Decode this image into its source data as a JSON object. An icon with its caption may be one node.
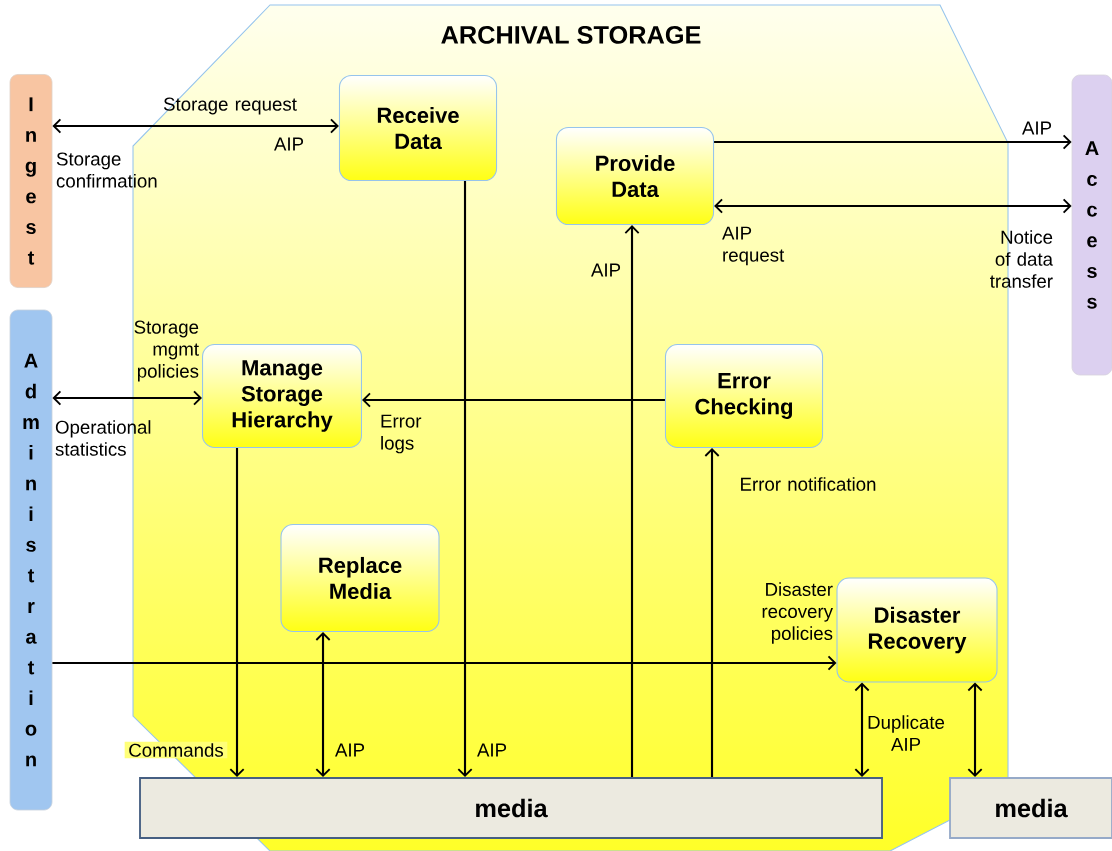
{
  "diagram": {
    "nodes": [
      {
        "text": [
          "ARCHIVAL STORAGE"
        ]
      },
      {
        "text": [
          "Ingest"
        ]
      },
      {
        "text": [
          "Administration"
        ]
      },
      {
        "text": [
          "Access"
        ]
      },
      {
        "text": [
          "Receive Data"
        ],
        "in": 0
      },
      {
        "text": [
          "Provide Data"
        ],
        "in": 0
      },
      {
        "text": [
          "Manage Storage Hierarchy"
        ],
        "in": 0
      },
      {
        "text": [
          "Error Checking"
        ],
        "in": 0
      },
      {
        "text": [
          "Replace Media"
        ],
        "in": 0
      },
      {
        "text": [
          "Disaster Recovery"
        ],
        "in": 0
      },
      {
        "text": [
          "media"
        ],
        "in": 0
      },
      {
        "text": [
          "media"
        ]
      }
    ],
    "edges": [
      {
        "from": 1,
        "to": 4,
        "arrow": "both",
        "label": "Storage request"
      },
      {
        "from": 5,
        "to": 3,
        "arrow": "to",
        "label": "AIP"
      },
      {
        "from": 5,
        "to": 3,
        "arrow": "both",
        "label": "Notice of data transfer"
      },
      {
        "from": 2,
        "to": 6,
        "arrow": "both",
        "label": "Storage mgmt policies"
      },
      {
        "from": 7,
        "to": 6,
        "arrow": "to",
        "label": "Error logs"
      },
      {
        "from": 10,
        "to": 5,
        "arrow": "to",
        "label": "AIP"
      },
      {
        "from": 10,
        "to": 7,
        "arrow": "to",
        "label": "Error notification"
      },
      {
        "from": 2,
        "to": 9,
        "arrow": "to",
        "label": "Disaster recovery policies"
      },
      {
        "from": 6,
        "to": 10,
        "arrow": "to",
        "label": "Commands"
      },
      {
        "from": 8,
        "to": 10,
        "arrow": "both",
        "label": "AIP"
      },
      {
        "from": 4,
        "to": 10,
        "arrow": "to",
        "label": "AIP"
      },
      {
        "from": 9,
        "to": 10,
        "arrow": "both",
        "label": "Duplicate AIP"
      },
      {
        "from": 9,
        "to": 11,
        "arrow": "both"
      }
    ],
    "labels": [
      "AIP",
      "Storage confirmation",
      "AIP request",
      "Operational statistics"
    ]
  }
}
